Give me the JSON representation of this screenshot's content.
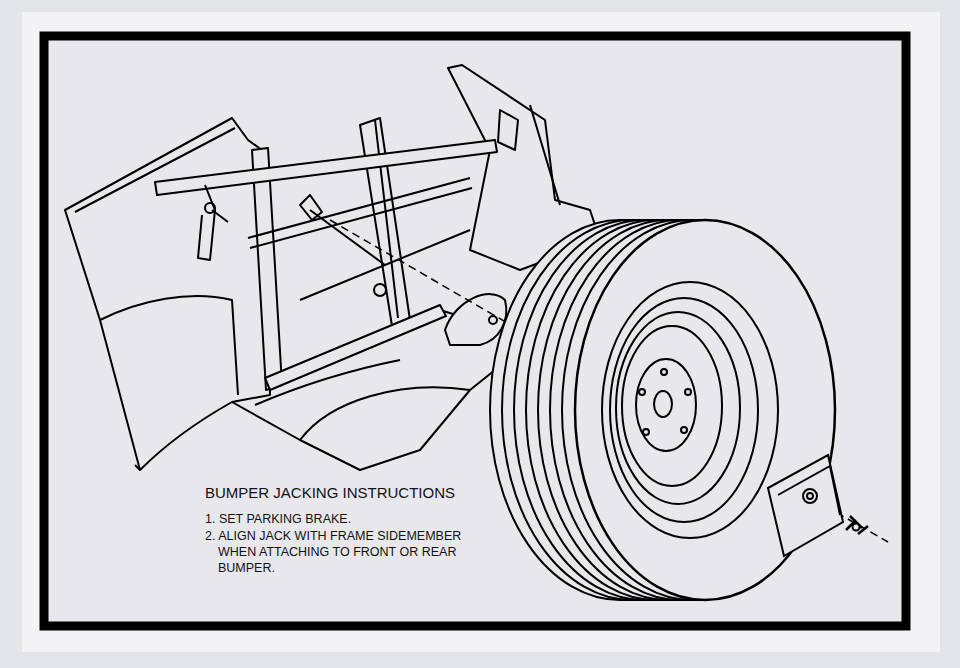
{
  "diagram": {
    "title": "BUMPER JACKING INSTRUCTIONS",
    "labels": [
      "1. SET PARKING BRAKE.",
      "2. ALIGN JACK WITH FRAME SIDEMEMBER WHEN ATTACHING TO FRONT OR REAR BUMPER."
    ]
  }
}
